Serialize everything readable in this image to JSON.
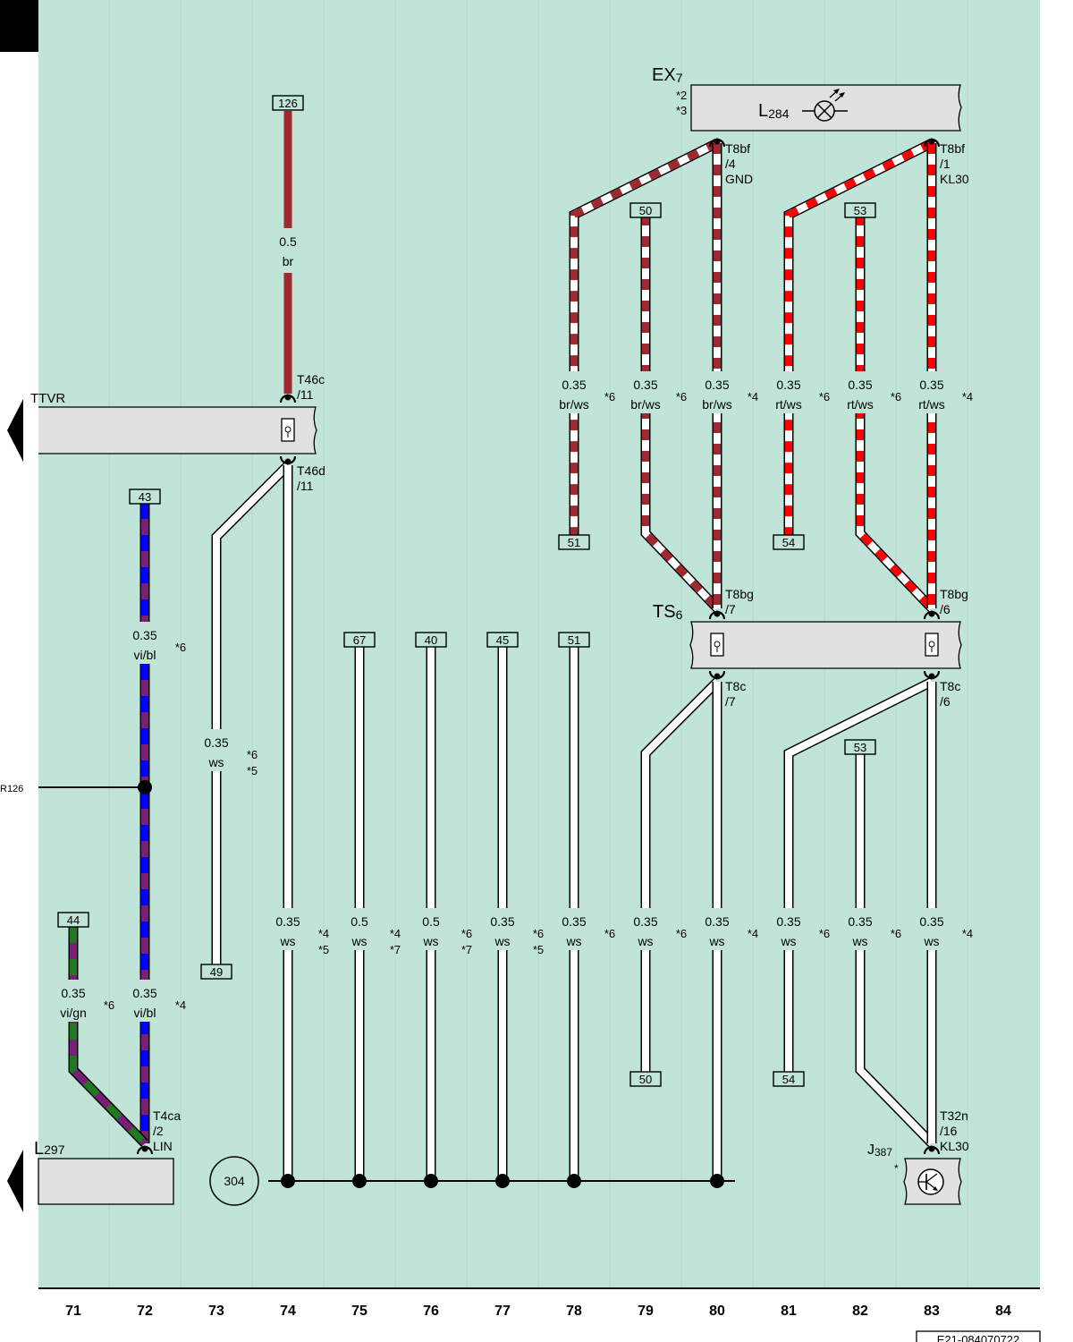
{
  "colors": {
    "background": "#c0e4d8",
    "component_fill": "#e1e1e1",
    "white_wire": "#ffffff",
    "br": "#a02830",
    "rt": "#ff0000",
    "vi": "#7a1f78",
    "bl": "#0000ff",
    "gn": "#1f7a1f"
  },
  "components": {
    "ex7": {
      "name": "EX",
      "sub": "7",
      "notes": [
        "*2",
        "*3"
      ],
      "lamp": {
        "name": "L",
        "sub": "284"
      }
    },
    "ttvr": {
      "name": "TTVR"
    },
    "ts6": {
      "name": "TS",
      "sub": "6"
    },
    "l297": {
      "name": "L",
      "sub": "297"
    },
    "j387": {
      "name": "J",
      "sub": "387",
      "note": "*"
    },
    "r126": {
      "name": "R126"
    },
    "ground_point": "304"
  },
  "connectors": [
    {
      "id": "t8bf-4",
      "lines": [
        "T8bf",
        "/4",
        "GND"
      ]
    },
    {
      "id": "t8bf-1",
      "lines": [
        "T8bf",
        "/1",
        "KL30"
      ]
    },
    {
      "id": "t46c",
      "lines": [
        "T46c",
        "/11"
      ]
    },
    {
      "id": "t46d",
      "lines": [
        "T46d",
        "/11"
      ]
    },
    {
      "id": "t8bg-7",
      "lines": [
        "T8bg",
        "/7"
      ]
    },
    {
      "id": "t8bg-6",
      "lines": [
        "T8bg",
        "/6"
      ]
    },
    {
      "id": "t8c-7",
      "lines": [
        "T8c",
        "/7"
      ]
    },
    {
      "id": "t8c-6",
      "lines": [
        "T8c",
        "/6"
      ]
    },
    {
      "id": "t4ca",
      "lines": [
        "T4ca",
        "/2",
        "LIN"
      ]
    },
    {
      "id": "t32n",
      "lines": [
        "T32n",
        "/16",
        "KL30"
      ]
    }
  ],
  "references": [
    "126",
    "50",
    "53",
    "51",
    "54",
    "43",
    "67",
    "40",
    "45",
    "51",
    "49",
    "44",
    "53",
    "50",
    "54"
  ],
  "wire_labels": [
    {
      "size": "0.5",
      "color": "br",
      "note": []
    },
    {
      "size": "0.35",
      "color": "br/ws",
      "note": [
        "*6"
      ]
    },
    {
      "size": "0.35",
      "color": "br/ws",
      "note": [
        "*6"
      ]
    },
    {
      "size": "0.35",
      "color": "br/ws",
      "note": [
        "*4"
      ]
    },
    {
      "size": "0.35",
      "color": "rt/ws",
      "note": [
        "*6"
      ]
    },
    {
      "size": "0.35",
      "color": "rt/ws",
      "note": [
        "*6"
      ]
    },
    {
      "size": "0.35",
      "color": "rt/ws",
      "note": [
        "*4"
      ]
    },
    {
      "size": "0.35",
      "color": "vi/bl",
      "note": [
        "*6"
      ]
    },
    {
      "size": "0.35",
      "color": "ws",
      "note": [
        "*6",
        "*5"
      ]
    },
    {
      "size": "0.35",
      "color": "ws",
      "note": [
        "*4",
        "*5"
      ]
    },
    {
      "size": "0.5",
      "color": "ws",
      "note": [
        "*4",
        "*7"
      ]
    },
    {
      "size": "0.5",
      "color": "ws",
      "note": [
        "*6",
        "*7"
      ]
    },
    {
      "size": "0.35",
      "color": "ws",
      "note": [
        "*6",
        "*5"
      ]
    },
    {
      "size": "0.35",
      "color": "ws",
      "note": [
        "*6"
      ]
    },
    {
      "size": "0.35",
      "color": "ws",
      "note": [
        "*6"
      ]
    },
    {
      "size": "0.35",
      "color": "ws",
      "note": [
        "*4"
      ]
    },
    {
      "size": "0.35",
      "color": "ws",
      "note": [
        "*6"
      ]
    },
    {
      "size": "0.35",
      "color": "ws",
      "note": [
        "*6"
      ]
    },
    {
      "size": "0.35",
      "color": "ws",
      "note": [
        "*4"
      ]
    },
    {
      "size": "0.35",
      "color": "vi/gn",
      "note": [
        "*6"
      ]
    },
    {
      "size": "0.35",
      "color": "vi/bl",
      "note": [
        "*4"
      ]
    }
  ],
  "column_numbers": [
    "71",
    "72",
    "73",
    "74",
    "75",
    "76",
    "77",
    "78",
    "79",
    "80",
    "81",
    "82",
    "83",
    "84"
  ],
  "footer_id": "E21-084070722"
}
